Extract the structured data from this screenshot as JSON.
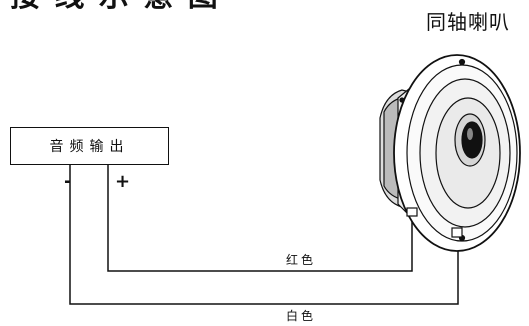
{
  "header": {
    "title_partial": "接 线 示 意 图"
  },
  "speaker": {
    "label": "同轴喇叭"
  },
  "source_box": {
    "label": "音频输出",
    "negative_terminal": "-",
    "positive_terminal": "+"
  },
  "wires": {
    "red_label": "红色",
    "white_label": "白色"
  }
}
